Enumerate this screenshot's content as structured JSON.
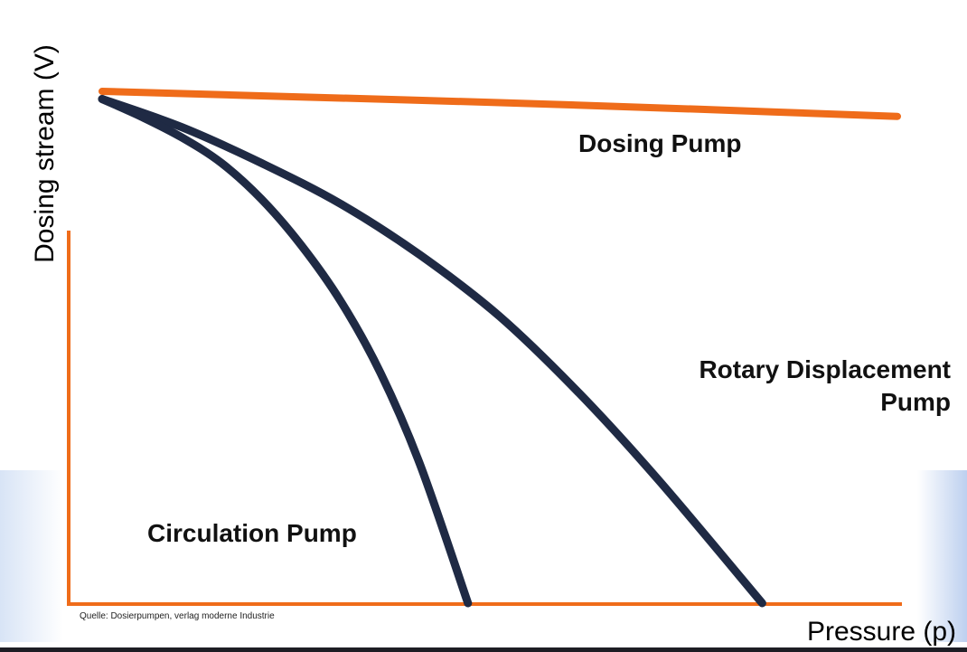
{
  "chart_data": {
    "type": "line",
    "xlabel": "Pressure (p)",
    "ylabel": "Dosing stream (V)",
    "source": "Quelle: Dosierpumpen, verlag moderne Industrie",
    "xlim": [
      0,
      100
    ],
    "ylim": [
      0,
      100
    ],
    "series": [
      {
        "name": "Dosing Pump",
        "color": "#ef6c1a",
        "x": [
          0,
          25,
          50,
          75,
          100
        ],
        "y": [
          100,
          98.9,
          97.8,
          96.5,
          95.1
        ]
      },
      {
        "name": "Rotary Displacement Pump",
        "color": "#1f2a44",
        "x": [
          0,
          10,
          20,
          30,
          40,
          50,
          60,
          70,
          83
        ],
        "y": [
          98.5,
          93,
          86,
          78,
          68,
          56,
          41,
          24,
          0
        ]
      },
      {
        "name": "Circulation Pump",
        "color": "#1f2a44",
        "x": [
          0,
          5,
          10,
          15,
          20,
          25,
          30,
          35,
          40,
          46
        ],
        "y": [
          98.5,
          95,
          91,
          86,
          79,
          70,
          59,
          45,
          27,
          0
        ]
      }
    ],
    "grid": false,
    "legend": "none"
  }
}
